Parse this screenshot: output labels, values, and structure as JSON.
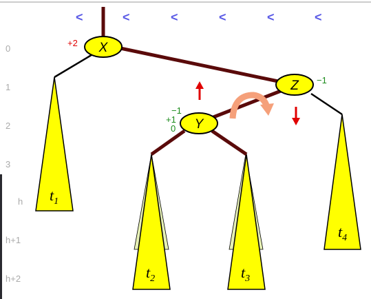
{
  "levels": [
    "0",
    "1",
    "2",
    "3"
  ],
  "height_labels": [
    "h",
    "h+1",
    "h+2"
  ],
  "nodes": {
    "x": {
      "label": "X",
      "balance": "+2",
      "balance_color": "#e00000"
    },
    "y": {
      "label": "Y",
      "balance_top": "−1",
      "balance_mid": "+1",
      "balance_low": "0",
      "balance_color": "#1a8a1a"
    },
    "z": {
      "label": "Z",
      "balance": "−1",
      "balance_color": "#1a8a1a"
    }
  },
  "subtrees": {
    "t1": {
      "letter": "t",
      "index": "1"
    },
    "t2": {
      "letter": "t",
      "index": "2"
    },
    "t3": {
      "letter": "t",
      "index": "3"
    },
    "t4": {
      "letter": "t",
      "index": "4"
    }
  },
  "arrows": {
    "chevron": "<",
    "chevron_count": 6
  },
  "colors": {
    "edge": "#5a0a0a",
    "node_fill": "#ffff00",
    "tree_fill": "#ffff00",
    "ghost_fill": "#e6f0b4",
    "chevron": "#5a5ae6",
    "up_arrow": "#e00000",
    "down_arrow": "#e00000",
    "rotation_arrow": "#f5a07a",
    "dark_bar": "#2a2a30"
  }
}
